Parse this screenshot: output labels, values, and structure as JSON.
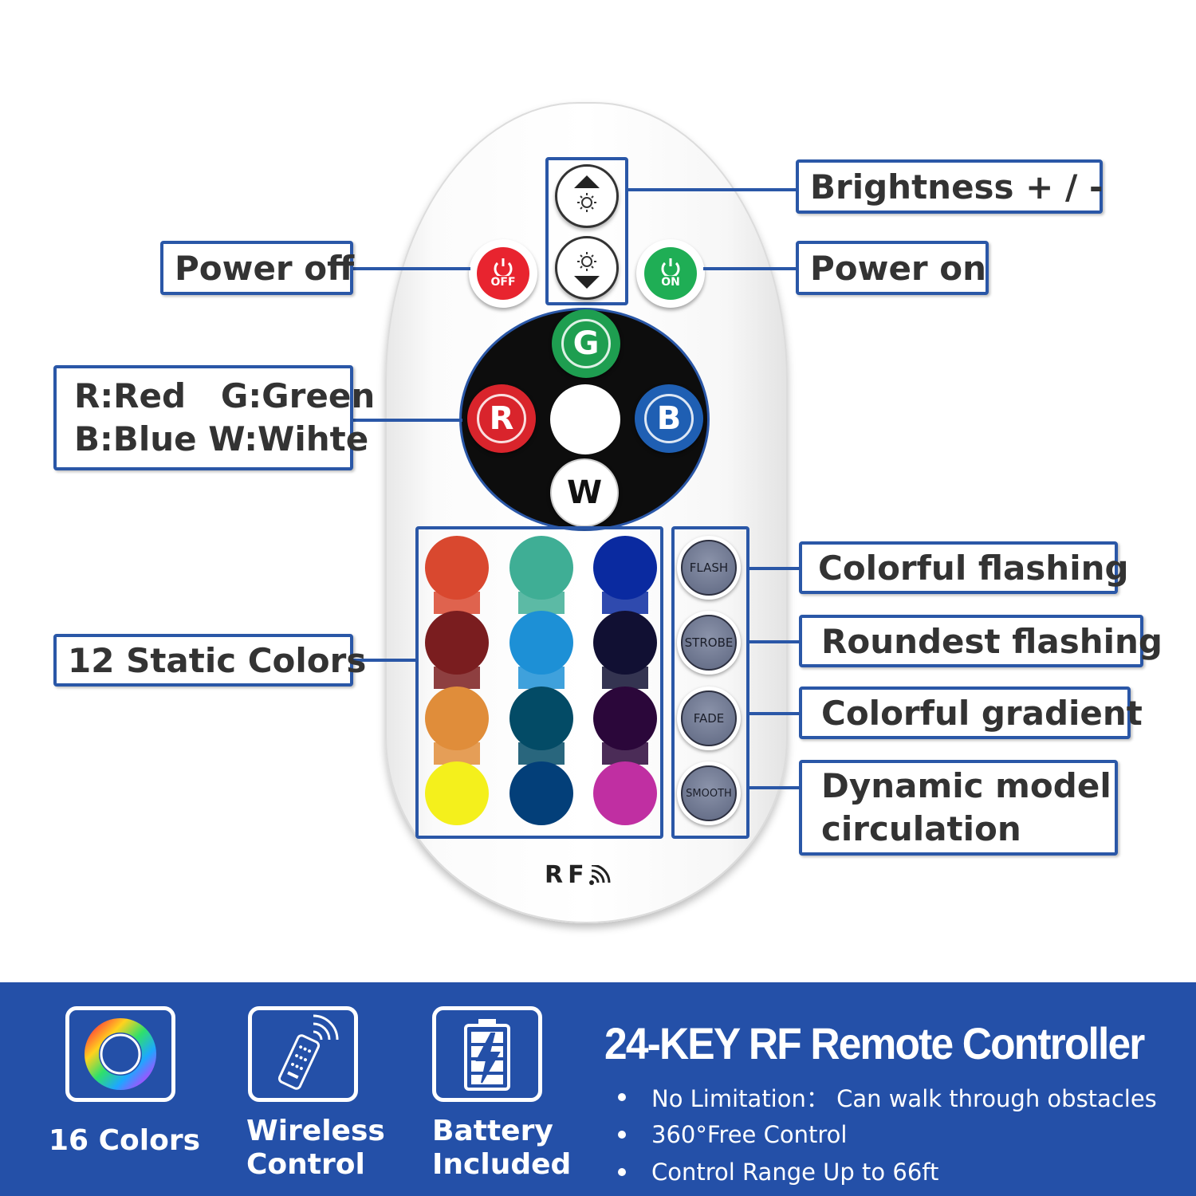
{
  "labels": {
    "brightness": "Brightness + / -",
    "power_off": "Power off",
    "power_on": "Power on",
    "rgbw_line1": "R:Red   G:Green",
    "rgbw_line2": "B:Blue W:Wihte",
    "static_colors": "12 Static Colors",
    "flash": "Colorful flashing",
    "strobe": "Roundest flashing",
    "fade": "Colorful gradient",
    "smooth_line1": "Dynamic model",
    "smooth_line2": "circulation"
  },
  "remote": {
    "off_text": "OFF",
    "on_text": "ON",
    "g": "G",
    "r": "R",
    "b": "B",
    "w": "W",
    "flash": "FLASH",
    "strobe": "STROBE",
    "fade": "FADE",
    "smooth": "SMOOTH",
    "rf": "RF",
    "colors": {
      "off_red": "#e8242f",
      "on_green": "#1fae55",
      "g_btn": "#1e9e50",
      "r_btn": "#d9242c",
      "b_btn": "#1f5fb3",
      "swatches": [
        "#d9482f",
        "#3fae95",
        "#0a2aa0",
        "#7a1d1f",
        "#1d90d6",
        "#111033",
        "#e08d3a",
        "#034b66",
        "#2b073a",
        "#f4f01c",
        "#033f79",
        "#c02fa2"
      ]
    }
  },
  "features": {
    "colors16": "16 Colors",
    "wireless1": "Wireless",
    "wireless2": "Control",
    "battery1": "Battery",
    "battery2": "Included"
  },
  "banner": {
    "title": "24-KEY RF Remote Controller",
    "bullets": [
      "No Limitation： Can walk through obstacles",
      "360°Free Control",
      "Control Range Up to 66ft"
    ],
    "accent": "#2450a8"
  }
}
